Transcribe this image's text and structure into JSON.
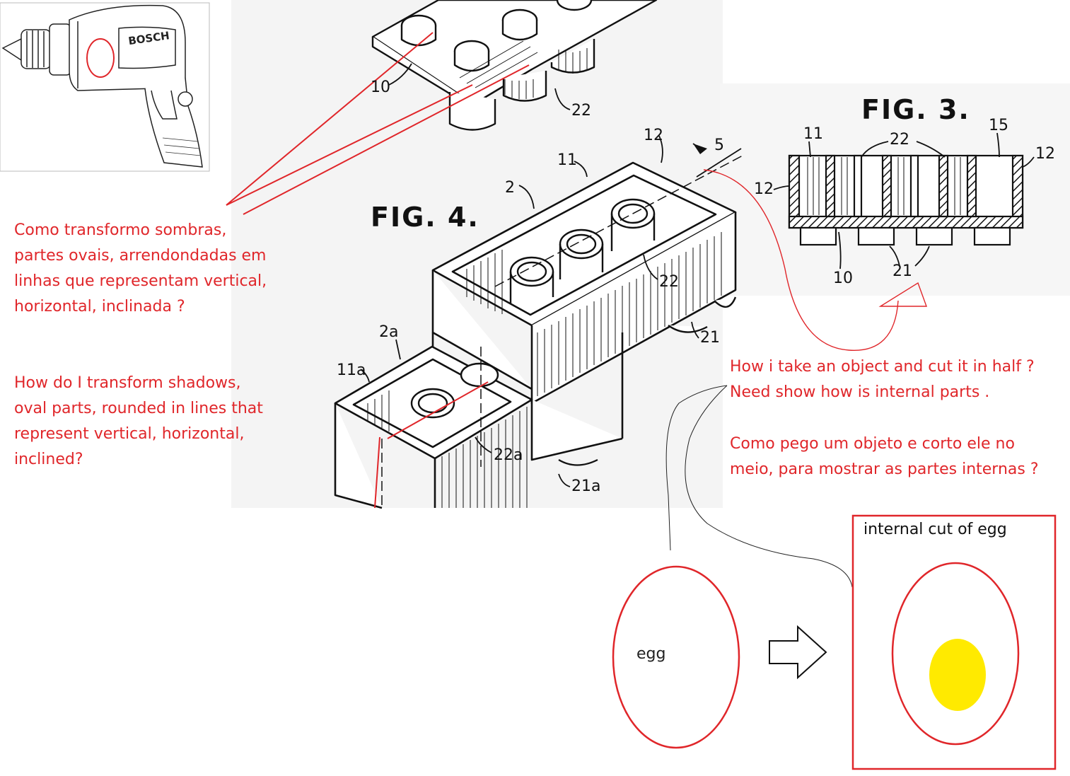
{
  "drill_brand": "BOSCH",
  "figures": {
    "fig4": {
      "title": "FIG. 4.",
      "labels": [
        "10",
        "22",
        "12",
        "5",
        "11",
        "2",
        "22",
        "21",
        "2a",
        "11a",
        "22a",
        "21a"
      ]
    },
    "fig3": {
      "title": "FIG. 3.",
      "labels": [
        "11",
        "22",
        "15",
        "12",
        "12",
        "10",
        "21"
      ]
    }
  },
  "notes": {
    "pt_shadows": [
      "Como transformo sombras,",
      "partes ovais, arrendondadas em",
      "linhas que representam vertical,",
      "horizontal, inclinada ?"
    ],
    "en_shadows": [
      "How do I transform shadows,",
      "oval parts, rounded in lines that",
      "represent vertical, horizontal,",
      "inclined?"
    ],
    "en_cut": [
      "How i take an object and cut it in half ?",
      "Need show how is internal parts ."
    ],
    "pt_cut": [
      "Como pego um objeto e corto ele no",
      "meio, para mostrar as partes internas ?"
    ]
  },
  "egg": {
    "label": "egg"
  },
  "cut_box": {
    "title": "internal cut of egg"
  },
  "colors": {
    "annotation": "#e0262a",
    "yolk": "#ffea00",
    "ink": "#111111"
  }
}
